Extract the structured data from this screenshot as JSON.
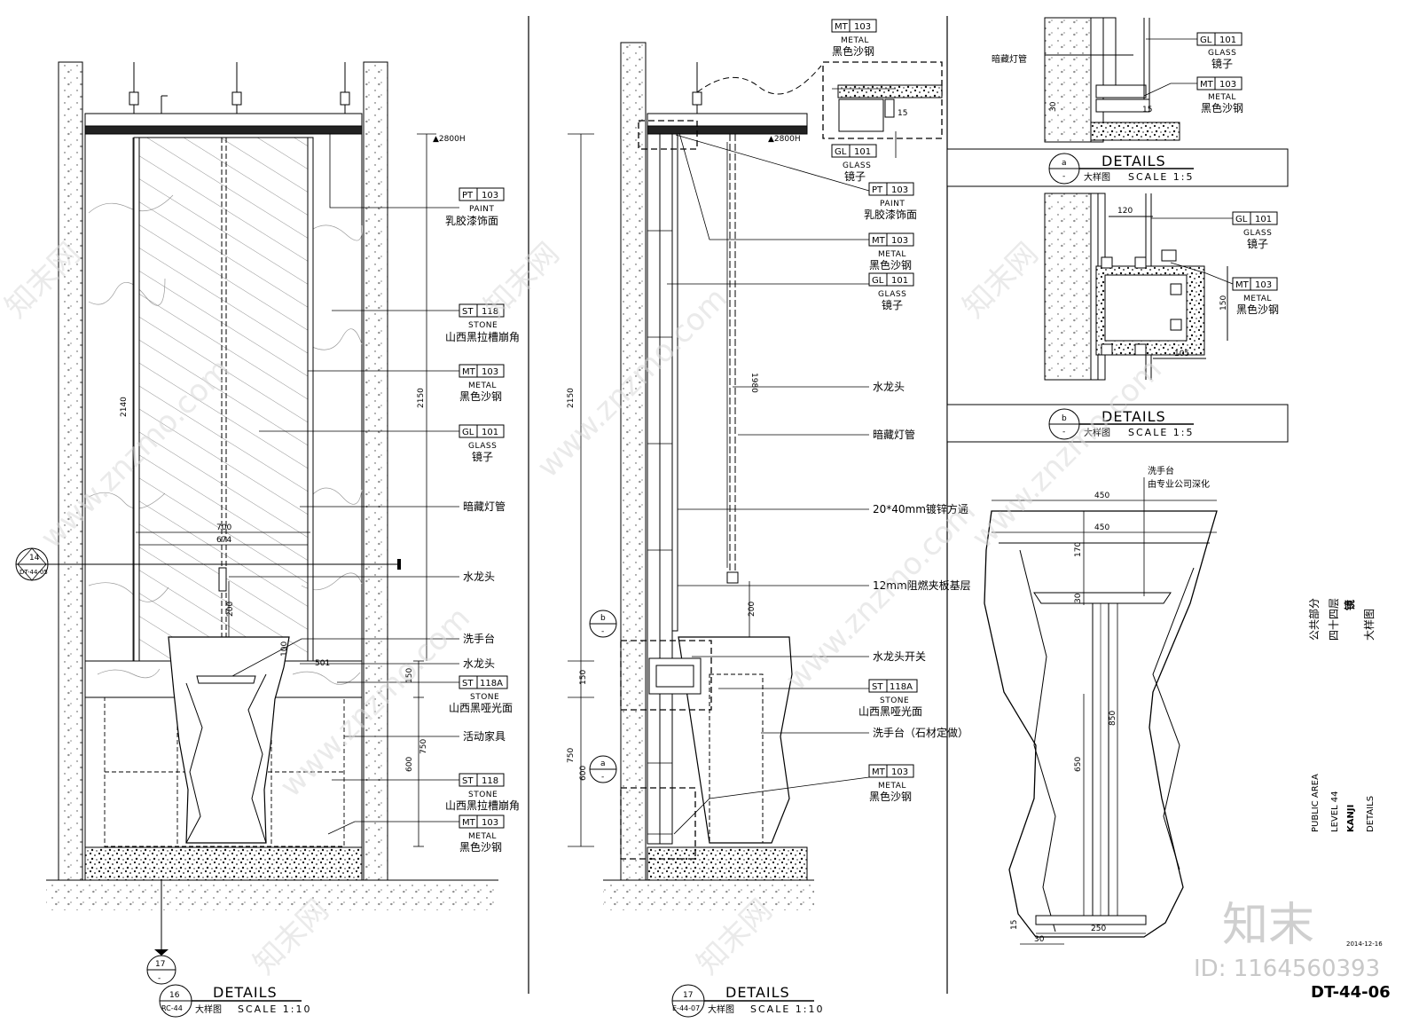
{
  "sheet": {
    "code": "DT-44-06",
    "date": "2014-12-16",
    "title_cn": [
      "公共部分",
      "四十四层",
      "镜",
      "大样图"
    ],
    "title_en": [
      "PUBLIC AREA",
      "LEVEL 44",
      "KANJI",
      "DETAILS"
    ]
  },
  "common": {
    "details": "DETAILS",
    "dayangtu": "大样图",
    "scale10": "SCALE 1:10",
    "scale5": "SCALE 1:5"
  },
  "tags": {
    "pt103": {
      "code": "PT",
      "num": "103",
      "en": "PAINT",
      "cn": "乳胶漆饰面"
    },
    "st118": {
      "code": "ST",
      "num": "118",
      "en": "STONE",
      "cn": "山西黑拉槽崩角"
    },
    "mt103": {
      "code": "MT",
      "num": "103",
      "en": "METAL",
      "cn": "黑色沙钢"
    },
    "gl101": {
      "code": "GL",
      "num": "101",
      "en": "GLASS",
      "cn": "镜子"
    },
    "st118a": {
      "code": "ST",
      "num": "118A",
      "en": "STONE",
      "cn": "山西黑哑光面"
    }
  },
  "notes": {
    "hidden_light": "暗藏灯管",
    "faucet": "水龙头",
    "basin": "洗手台",
    "movable": "活动家具",
    "tube": "20*40mm镀锌方通",
    "board": "12mm阻燃夹板基层",
    "faucet_switch": "水龙头开关",
    "basin_stone": "洗手台（石材定做）",
    "basin_note": "洗手台\n由专业公司深化"
  },
  "dims": {
    "d2140": "2140",
    "d2150": "2150",
    "d700": "700",
    "d674": "674",
    "d200": "200",
    "d150": "150",
    "d750": "750",
    "d600": "600",
    "d501": "501",
    "d100": "100",
    "d1980": "1980",
    "d15": "15",
    "d120": "120",
    "d105": "105",
    "d30": "30",
    "d450": "450",
    "d170": "170",
    "d850": "850",
    "d650": "650",
    "d250": "250"
  },
  "levels": {
    "top16": "▲2800H",
    "top17": "▲2800H"
  },
  "callouts": {
    "c16": {
      "num": "16",
      "ref": "RC-44"
    },
    "c17": {
      "num": "17",
      "ref": "E-44-07"
    },
    "ca": {
      "num": "a",
      "ref": "-"
    },
    "cb": {
      "num": "b",
      "ref": "-"
    },
    "c14": {
      "num": "14",
      "ref": "DT-44-05"
    },
    "c17s": {
      "num": "17",
      "ref": "-"
    }
  },
  "watermark": {
    "site": "www.znzmo.com",
    "cn": "知末网",
    "logo": "知末",
    "id": "ID: 1164560393"
  }
}
